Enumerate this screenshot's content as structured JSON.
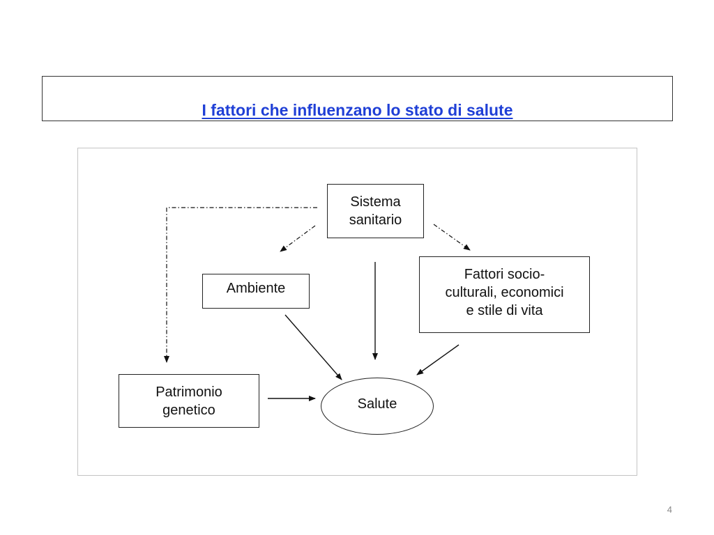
{
  "slide": {
    "title": "I fattori che influenzano lo stato di salute",
    "page_number": "4"
  },
  "diagram": {
    "nodes": {
      "sistema": "Sistema\nsanitario",
      "ambiente": "Ambiente",
      "fattori": "Fattori socio-\nculturali, economici\ne stile di vita",
      "patrimonio": "Patrimonio\ngenetico",
      "salute": "Salute"
    },
    "edges": [
      {
        "from": "sistema",
        "to": "patrimonio",
        "style": "dash-dot"
      },
      {
        "from": "sistema",
        "to": "ambiente",
        "style": "dash-dot"
      },
      {
        "from": "sistema",
        "to": "fattori",
        "style": "dash-dot"
      },
      {
        "from": "sistema",
        "to": "salute",
        "style": "solid"
      },
      {
        "from": "ambiente",
        "to": "salute",
        "style": "solid"
      },
      {
        "from": "fattori",
        "to": "salute",
        "style": "solid"
      },
      {
        "from": "patrimonio",
        "to": "salute",
        "style": "solid"
      }
    ]
  },
  "colors": {
    "title": "#1f3fd6",
    "lines": "#111111",
    "frame": "#c4c4c4"
  }
}
